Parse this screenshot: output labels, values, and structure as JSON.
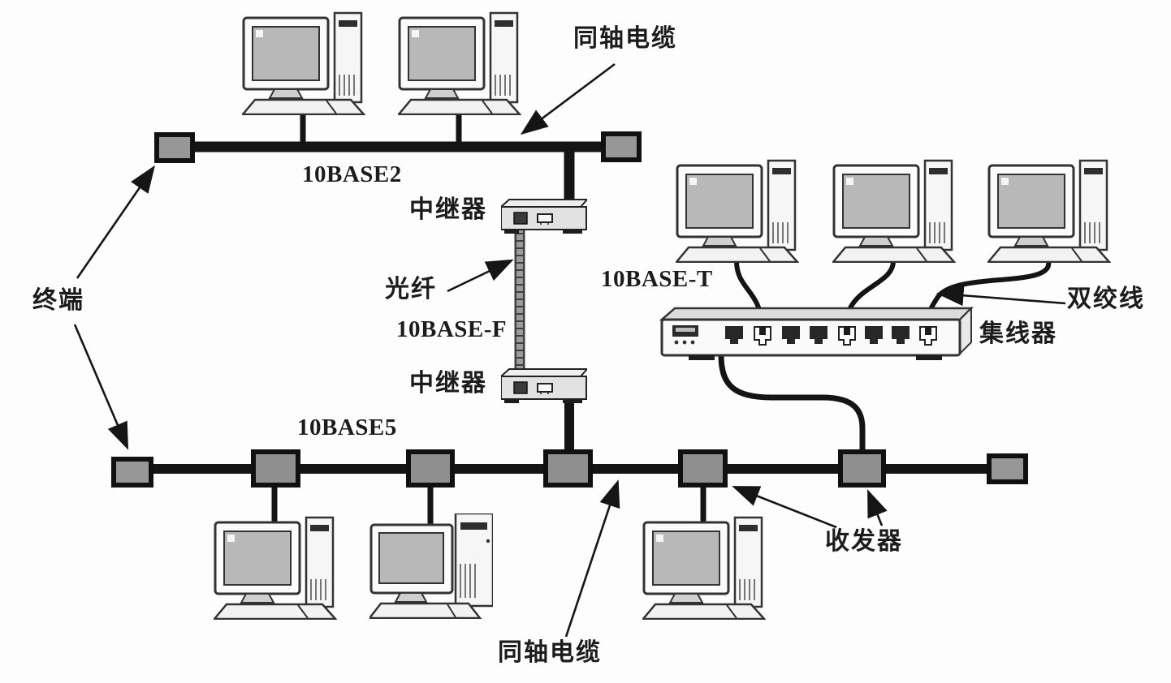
{
  "diagram": {
    "title": "Ethernet LAN media types topology",
    "labels": {
      "coax_top": "同轴电缆",
      "terminator": "终端",
      "bus_10base2": "10BASE2",
      "repeater_top": "中继器",
      "fiber": "光纤",
      "link_10basef": "10BASE-F",
      "repeater_bottom": "中继器",
      "bus_10base5": "10BASE5",
      "lan_10baset": "10BASE-T",
      "twisted_pair": "双绞线",
      "hub": "集线器",
      "transceiver": "收发器",
      "coax_bottom": "同轴电缆"
    },
    "hub": {
      "port_count": 8,
      "led_dot_count": 3
    },
    "counts": {
      "computers_10base2": 2,
      "computers_10base5": 3,
      "computers_10baset": 3,
      "transceivers": 5,
      "terminators": 4,
      "repeaters": 2
    },
    "colors": {
      "line": "#1a1a1a",
      "device_gray": "#8f8f8f",
      "fiber_gray": "#9c9c9c",
      "screen_gray": "#b8b8b8",
      "box_gray": "#e2e2e2",
      "background": "#fdfdfd"
    }
  }
}
